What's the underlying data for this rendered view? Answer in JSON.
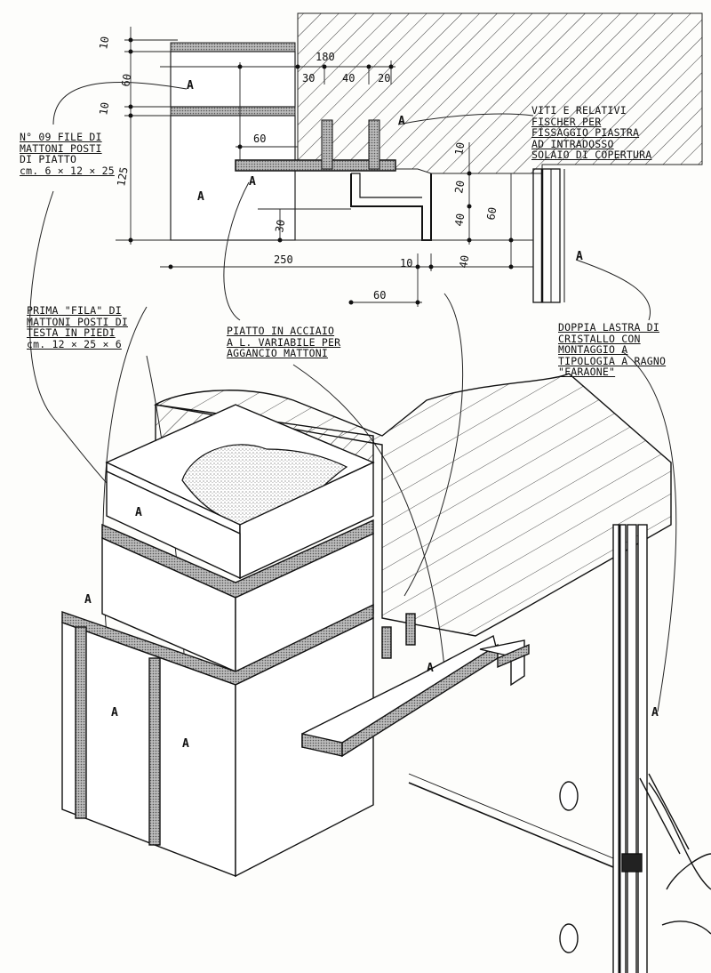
{
  "dimensions": {
    "d10a": "10",
    "d60a": "60",
    "d10b": "10",
    "d125": "125",
    "d180": "180",
    "d30": "30",
    "d40a": "40",
    "d20a": "20",
    "d60b": "60",
    "d10c": "10",
    "d20b": "20",
    "d40b": "40",
    "d60c": "60",
    "d30b": "30",
    "d250": "250",
    "d10d": "10",
    "d40c": "40",
    "d60d": "60"
  },
  "labels": {
    "bricks_flat": [
      "N° 09 FILE DI",
      "MATTONI POSTI",
      "DI PIATTO",
      "cm. 6 × 12 × 25"
    ],
    "screws": [
      "VITI E RELATIVI",
      "FISCHER PER",
      "FISSAGGIO PIASTRA",
      "AD INTRADOSSO",
      "SOLAIO DI COPERTURA"
    ],
    "first_row": [
      "PRIMA \"FILA\" DI",
      "MATTONI POSTI DI",
      "TESTA IN PIEDI",
      "cm. 12 × 25 × 6"
    ],
    "steel_plate": [
      "PIATTO IN ACCIAIO",
      "A L. VARIABILE PER",
      "AGGANCIO MATTONI"
    ],
    "glass": [
      "DOPPIA LASTRA DI",
      "CRISTALLO CON",
      "MONTAGGIO A",
      "TIPOLOGIA A RAGNO",
      "\"FARAONE\""
    ]
  },
  "markers": {
    "m1": "A",
    "m2": "A",
    "m3": "A",
    "m4": "A",
    "m5": "A",
    "m6": "A",
    "m7": "A",
    "m8": "A",
    "m9": "A",
    "m10": "A",
    "m11": "A"
  }
}
